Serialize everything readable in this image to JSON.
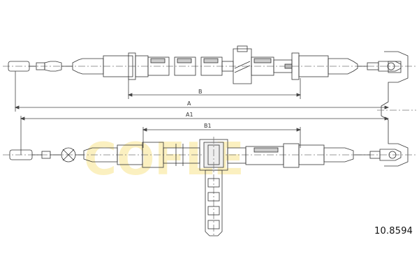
{
  "watermark": "COFLE",
  "part_number": "10.8594",
  "dimensions": {
    "b": "B",
    "a": "A",
    "a1": "A1",
    "b1": "B1"
  },
  "colors": {
    "line": "#333333",
    "dash": "#555555",
    "watermark": "#f5d74e"
  }
}
